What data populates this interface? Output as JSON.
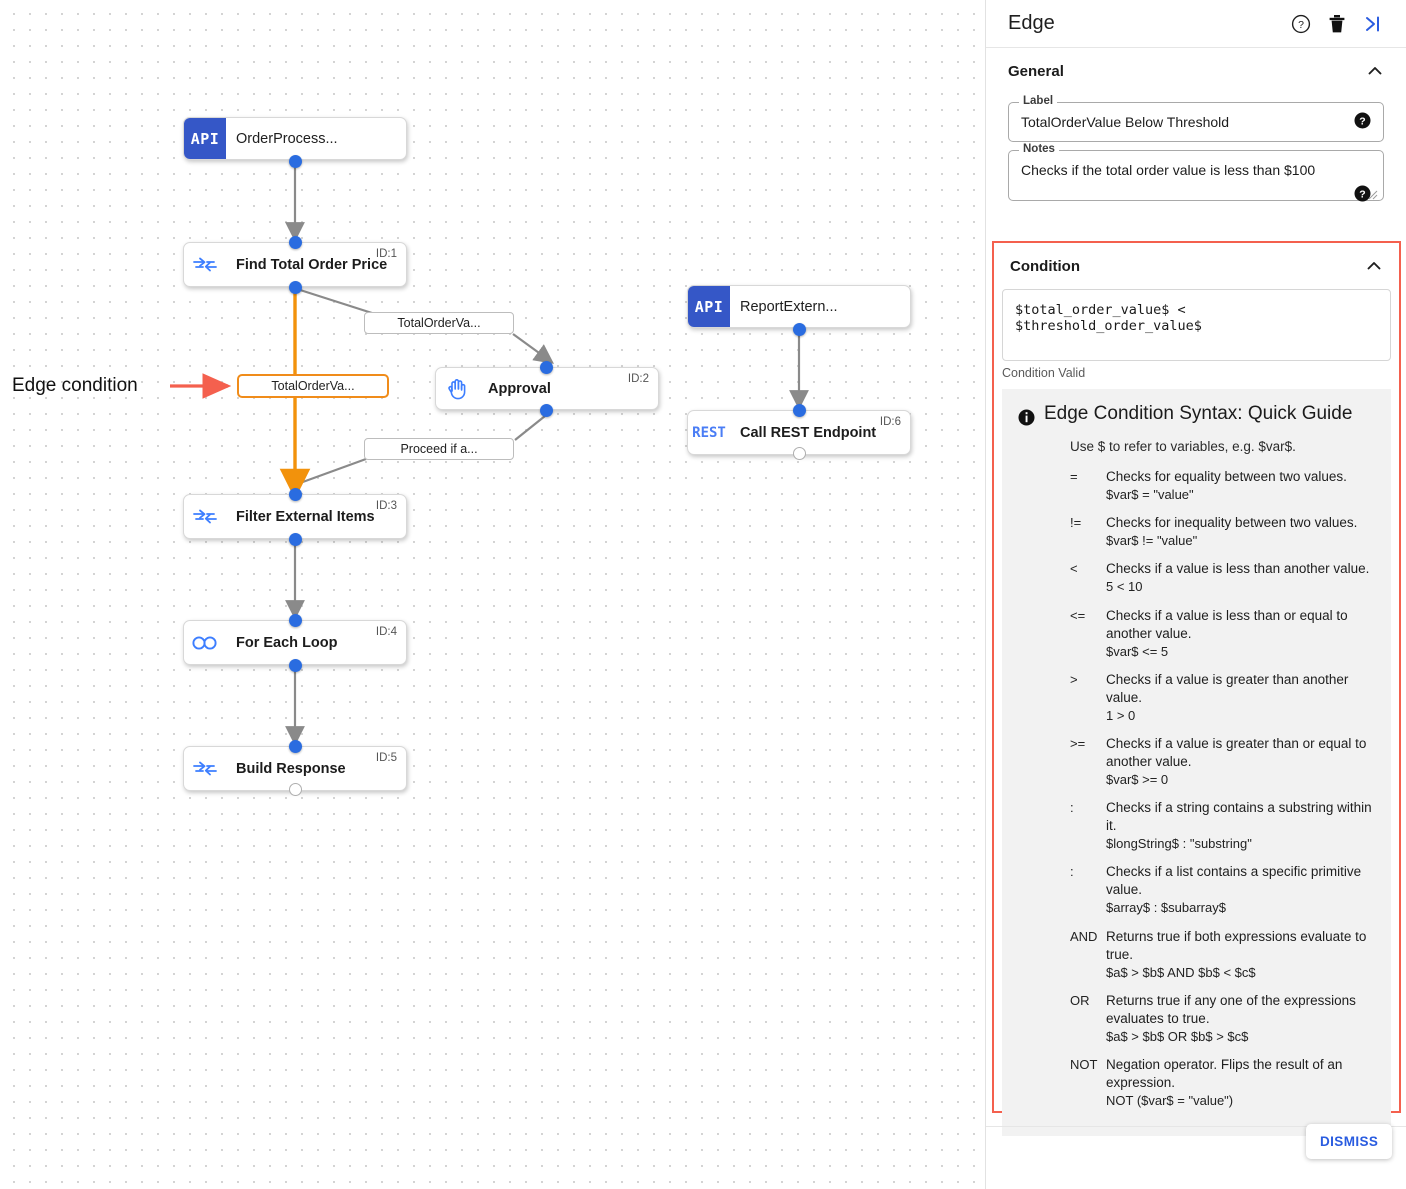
{
  "canvas": {
    "annotation": {
      "label": "Edge condition",
      "arrow_color": "#f4604e"
    },
    "nodes": [
      {
        "name": "order-process",
        "title": "OrderProcess...",
        "icon": "api-icon",
        "icon_text": "API",
        "id_label": ""
      },
      {
        "name": "find-total-order-price",
        "title": "Find Total Order Price",
        "icon": "transform-icon",
        "icon_text": "",
        "id_label": "ID:1"
      },
      {
        "name": "approval",
        "title": "Approval",
        "icon": "hand-icon",
        "icon_text": "",
        "id_label": "ID:2"
      },
      {
        "name": "filter-external-items",
        "title": "Filter External Items",
        "icon": "transform-icon",
        "icon_text": "",
        "id_label": "ID:3"
      },
      {
        "name": "for-each-loop",
        "title": "For Each Loop",
        "icon": "loop-icon",
        "icon_text": "",
        "id_label": "ID:4"
      },
      {
        "name": "build-response",
        "title": "Build Response",
        "icon": "transform-icon",
        "icon_text": "",
        "id_label": "ID:5"
      },
      {
        "name": "report-external",
        "title": "ReportExtern...",
        "icon": "api-icon",
        "icon_text": "API",
        "id_label": ""
      },
      {
        "name": "call-rest-endpoint",
        "title": "Call REST Endpoint",
        "icon": "rest-icon",
        "icon_text": "REST",
        "id_label": "ID:6"
      }
    ],
    "edge_labels": [
      {
        "name": "edge-label-total-order-value-upper",
        "text": "TotalOrderVa...",
        "selected": false
      },
      {
        "name": "edge-label-total-order-value-selected",
        "text": "TotalOrderVa...",
        "selected": true
      },
      {
        "name": "edge-label-proceed-if-approved",
        "text": "Proceed if a...",
        "selected": false
      }
    ],
    "selected_edge_color": "#f2920c"
  },
  "panel": {
    "header": {
      "title": "Edge",
      "help_icon": "help-circle-icon",
      "delete_icon": "trash-icon",
      "collapse_icon": "collapse-right-icon"
    },
    "general": {
      "section_title": "General",
      "collapse_state": "expanded",
      "label_field": {
        "legend": "Label",
        "value": "TotalOrderValue Below Threshold",
        "placeholder": ""
      },
      "notes_field": {
        "legend": "Notes",
        "value": "Checks if the total order value is less than $100",
        "placeholder": ""
      }
    },
    "condition": {
      "section_title": "Condition",
      "collapse_state": "expanded",
      "expression": "$total_order_value$ < $threshold_order_value$",
      "validity_text": "Condition Valid",
      "highlight_color": "#f4604e",
      "guide": {
        "title": "Edge Condition Syntax: Quick Guide",
        "subtitle": "Use $ to refer to variables, e.g. $var$.",
        "operators": [
          {
            "op": "=",
            "desc": "Checks for equality between two values.",
            "example": "$var$ = \"value\""
          },
          {
            "op": "!=",
            "desc": "Checks for inequality between two values.",
            "example": "$var$ != \"value\""
          },
          {
            "op": "<",
            "desc": "Checks if a value is less than another value.",
            "example": "5 < 10"
          },
          {
            "op": "<=",
            "desc": "Checks if a value is less than or equal to another value.",
            "example": "$var$ <= 5"
          },
          {
            "op": ">",
            "desc": "Checks if a value is greater than another value.",
            "example": "1 > 0"
          },
          {
            "op": ">=",
            "desc": "Checks if a value is greater than or equal to another value.",
            "example": "$var$ >= 0"
          },
          {
            "op": ":",
            "desc": "Checks if a string contains a substring within it.",
            "example": "$longString$ : \"substring\""
          },
          {
            "op": ":",
            "desc": "Checks if a list contains a specific primitive value.",
            "example": "$array$ : $subarray$"
          },
          {
            "op": "AND",
            "desc": "Returns true if both expressions evaluate to true.",
            "example": "$a$ > $b$ AND $b$ < $c$"
          },
          {
            "op": "OR",
            "desc": "Returns true if any one of the expressions evaluates to true.",
            "example": "$a$ > $b$ OR $b$ > $c$"
          },
          {
            "op": "NOT",
            "desc": "Negation operator. Flips the result of an expression.",
            "example": "NOT ($var$ = \"value\")"
          }
        ]
      }
    },
    "footer": {
      "dismiss_label": "DISMISS"
    }
  }
}
